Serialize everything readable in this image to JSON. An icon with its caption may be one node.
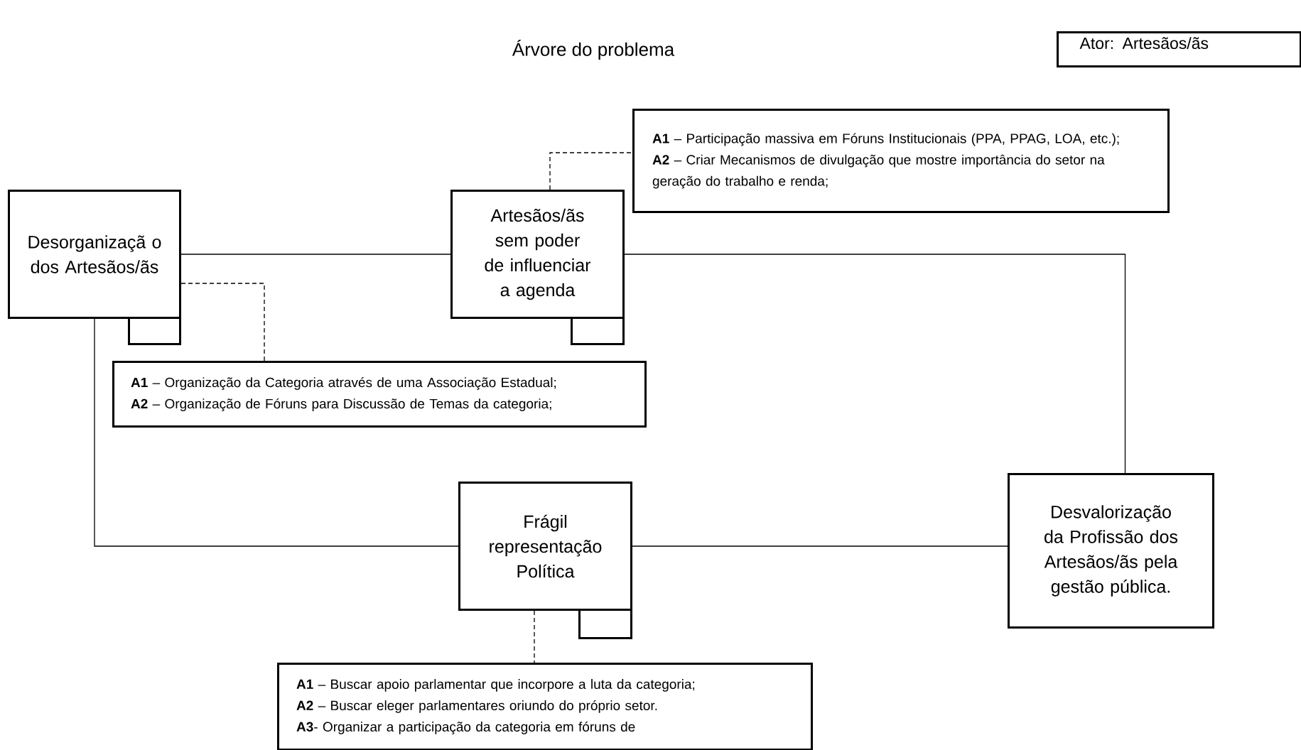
{
  "diagram": {
    "title": "Árvore do problema",
    "nodes": [
      {
        "text": [
          "Ator: Artesãos/ãs"
        ]
      },
      {
        "text": [
          "Desorganizaçã o dos Artesãos/ãs"
        ]
      },
      {
        "text": [],
        "shape": "box"
      },
      {
        "text": [
          "Artesãos/ãs sem poder de influenciar a agenda"
        ]
      },
      {
        "text": [],
        "shape": "box"
      },
      {
        "text": [
          "**A1** – Participação massiva em Fóruns Institucionais (PPA, PPAG, LOA, etc.);",
          "**A2** – Criar Mecanismos de divulgação que mostre importância do setor na geração do trabalho e renda;"
        ]
      },
      {
        "text": [
          "**A1** – Organização da Categoria através de uma Associação Estadual;",
          "**A2** – Organização de Fóruns para Discussão de Temas da categoria;"
        ]
      },
      {
        "text": [
          "Frágil representação Política"
        ]
      },
      {
        "text": [],
        "shape": "box"
      },
      {
        "text": [
          "Desvalorização da Profissão dos Artesãos/ãs pela gestão pública."
        ]
      },
      {
        "text": [
          "**A1** – Buscar apoio parlamentar que incorpore a luta da categoria;",
          "**A2** – Buscar eleger parlamentares oriundo do próprio setor.",
          "**A3**- Organizar a participação da categoria em fóruns de"
        ]
      }
    ],
    "edges": [
      {
        "from": 1,
        "to": 3,
        "arrow": "none"
      },
      {
        "from": 3,
        "to": 9,
        "arrow": "none"
      },
      {
        "from": 1,
        "to": 7,
        "arrow": "none"
      },
      {
        "from": 7,
        "to": 9,
        "arrow": "none"
      },
      {
        "from": 1,
        "to": 6,
        "arrow": "none",
        "style": "dashed"
      },
      {
        "from": 3,
        "to": 5,
        "arrow": "none",
        "style": "dashed"
      },
      {
        "from": 7,
        "to": 10,
        "arrow": "none",
        "style": "dashed"
      }
    ]
  }
}
